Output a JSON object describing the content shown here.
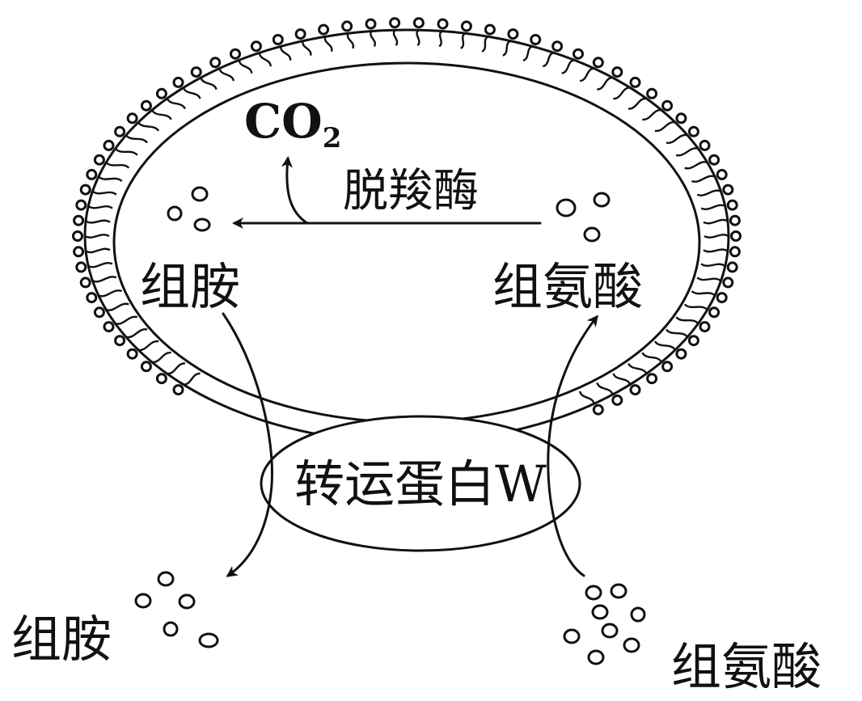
{
  "labels": {
    "co2": "CO",
    "co2_subscript": "2",
    "enzyme": "脱羧酶",
    "histamine_inside": "组胺",
    "histidine_inside": "组氨酸",
    "transporter": "转运蛋白W",
    "histamine_outside": "组胺",
    "histidine_outside": "组氨酸"
  }
}
